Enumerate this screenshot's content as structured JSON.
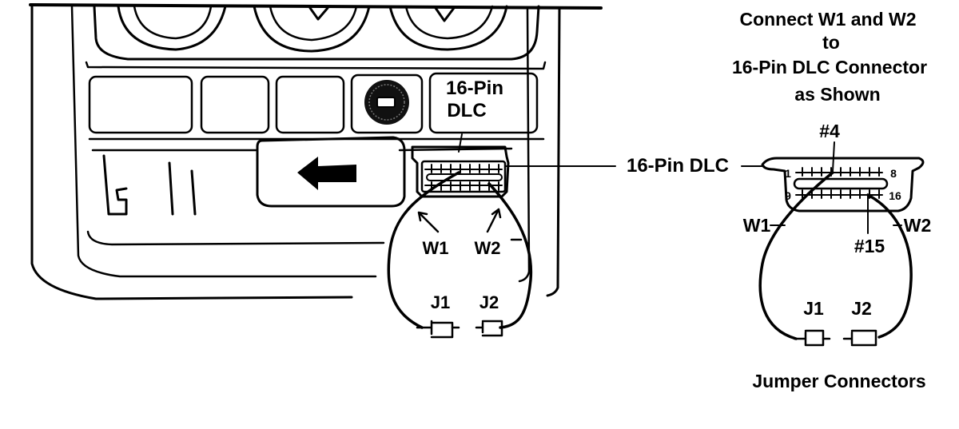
{
  "title": {
    "line1": "Connect W1 and W2",
    "line2": "to",
    "line3": "16-Pin DLC Connector",
    "line4": "as Shown"
  },
  "dash_panel": {
    "dlc_label_line1": "16-Pin",
    "dlc_label_line2": "DLC",
    "w1": "W1",
    "w2": "W2",
    "j1": "J1",
    "j2": "J2"
  },
  "callout": {
    "dlc_label": "16-Pin DLC"
  },
  "connector_detail": {
    "pin4": "#4",
    "pin15": "#15",
    "pin1": "1",
    "pin8": "8",
    "pin9": "9",
    "pin16": "16",
    "w1": "W1",
    "w2": "W2",
    "j1": "J1",
    "j2": "J2"
  },
  "caption": "Jumper Connectors"
}
